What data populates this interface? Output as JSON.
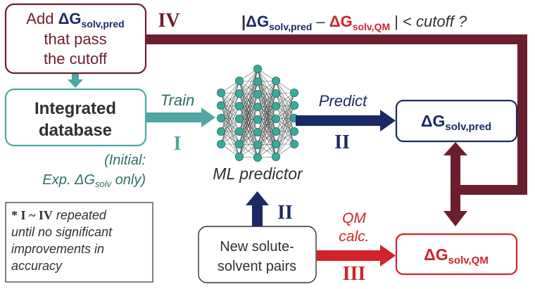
{
  "colors": {
    "maroon": "#6b1f2e",
    "teal": "#4ea7a0",
    "teal_text": "#2e6f67",
    "navy": "#1b2a66",
    "red": "#d0232a",
    "node": "#3aa99a",
    "edge": "#2a2a2a",
    "text_dark": "#303030"
  },
  "top_box": {
    "line1_prefix": "Add ",
    "delta_g": "ΔG",
    "sub": "solv,pred",
    "line2": "that pass",
    "line3": "the cutoff"
  },
  "step_iv": "IV",
  "cutoff_condition": {
    "open_bar": "|",
    "pred_delta_g": "ΔG",
    "pred_sub": "solv,pred",
    "minus": " – ",
    "qm_delta_g": "ΔG",
    "qm_sub": "solv,QM",
    "close": " | < ",
    "cutoff_word": "cutoff ?"
  },
  "database_box": {
    "line1": "Integrated",
    "line2": "database"
  },
  "database_note": {
    "line1": "(Initial:",
    "line2_prefix": "Exp. ",
    "delta_g": "ΔG",
    "sub": "solv",
    "line2_suffix": " only)"
  },
  "train_label": "Train",
  "step_i": "I",
  "predict_label": "Predict",
  "step_ii_top": "II",
  "network_label": "ML predictor",
  "step_ii_bottom": "II",
  "pred_box": {
    "delta_g": "ΔG",
    "sub": "solv,pred"
  },
  "qm_box": {
    "delta_g": "ΔG",
    "sub": "solv,QM"
  },
  "qm_calc_label": {
    "line1": "QM",
    "line2": "calc."
  },
  "step_iii": "III",
  "pairs_box": {
    "line1": "New solute-",
    "line2": "solvent pairs"
  },
  "footnote": {
    "marker": "* I ~ IV",
    "line1_suffix": " repeated",
    "line2": "until no significant",
    "line3": "improvements in",
    "line4": "accuracy"
  }
}
